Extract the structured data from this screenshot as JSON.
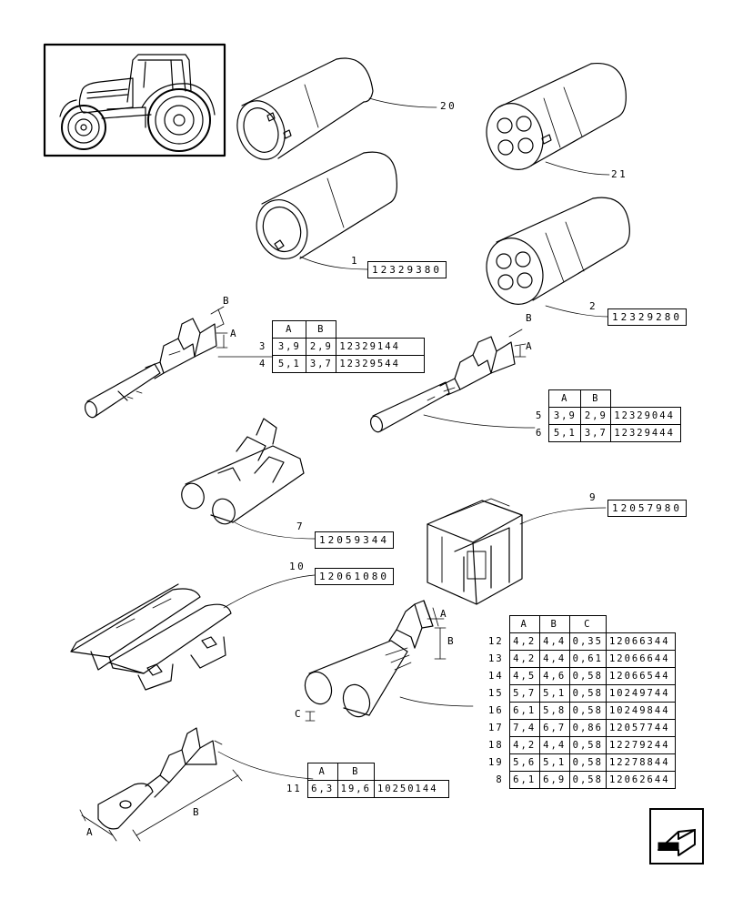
{
  "callouts": {
    "c20": {
      "num": "20"
    },
    "c21": {
      "num": "21"
    },
    "c1": {
      "num": "1",
      "part": "12329380"
    },
    "c2": {
      "num": "2",
      "part": "12329280"
    },
    "c7": {
      "num": "7",
      "part": "12059344"
    },
    "c9": {
      "num": "9",
      "part": "12057980"
    },
    "c10": {
      "num": "10",
      "part": "12061080"
    }
  },
  "tables": {
    "t34": {
      "headers": [
        "A",
        "B"
      ],
      "rows": [
        {
          "item": "3",
          "a": "3,9",
          "b": "2,9",
          "code": "12329144"
        },
        {
          "item": "4",
          "a": "5,1",
          "b": "3,7",
          "code": "12329544"
        }
      ]
    },
    "t56": {
      "headers": [
        "A",
        "B"
      ],
      "rows": [
        {
          "item": "5",
          "a": "3,9",
          "b": "2,9",
          "code": "12329044"
        },
        {
          "item": "6",
          "a": "5,1",
          "b": "3,7",
          "code": "12329444"
        }
      ]
    },
    "t11": {
      "headers": [
        "A",
        "B"
      ],
      "rows": [
        {
          "item": "11",
          "a": "6,3",
          "b": "19,6",
          "code": "10250144"
        }
      ]
    },
    "tbig": {
      "headers": [
        "A",
        "B",
        "C"
      ],
      "rows": [
        {
          "item": "12",
          "a": "4,2",
          "b": "4,4",
          "c": "0,35",
          "code": "12066344"
        },
        {
          "item": "13",
          "a": "4,2",
          "b": "4,4",
          "c": "0,61",
          "code": "12066644"
        },
        {
          "item": "14",
          "a": "4,5",
          "b": "4,6",
          "c": "0,58",
          "code": "12066544"
        },
        {
          "item": "15",
          "a": "5,7",
          "b": "5,1",
          "c": "0,58",
          "code": "10249744"
        },
        {
          "item": "16",
          "a": "6,1",
          "b": "5,8",
          "c": "0,58",
          "code": "10249844"
        },
        {
          "item": "17",
          "a": "7,4",
          "b": "6,7",
          "c": "0,86",
          "code": "12057744"
        },
        {
          "item": "18",
          "a": "4,2",
          "b": "4,4",
          "c": "0,58",
          "code": "12279244"
        },
        {
          "item": "19",
          "a": "5,6",
          "b": "5,1",
          "c": "0,58",
          "code": "12278844"
        },
        {
          "item": "8",
          "a": "6,1",
          "b": "6,9",
          "c": "0,58",
          "code": "12062644"
        }
      ]
    }
  },
  "dims": {
    "A": "A",
    "B": "B",
    "C": "C"
  },
  "icons": {
    "thumbnail": "tractor-thumbnail-icon",
    "nav": "next-page-arrow-icon"
  }
}
